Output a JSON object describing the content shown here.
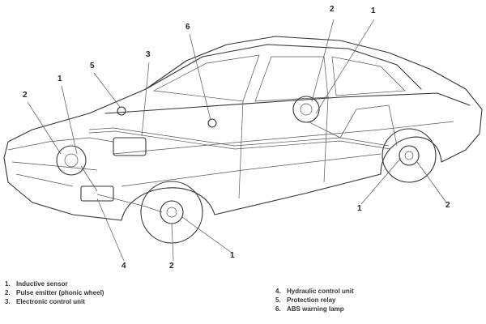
{
  "callouts": [
    "2",
    "1",
    "6",
    "3",
    "5",
    "1",
    "2",
    "1",
    "2",
    "4",
    "2",
    "1"
  ],
  "legend": {
    "left": [
      {
        "num": "1.",
        "label": "Inductive sensor"
      },
      {
        "num": "2.",
        "label": "Pulse emitter (phonic wheel)"
      },
      {
        "num": "3.",
        "label": "Electronic control unit"
      }
    ],
    "right": [
      {
        "num": "4.",
        "label": "Hydraulic control unit"
      },
      {
        "num": "5.",
        "label": "Protection relay"
      },
      {
        "num": "6.",
        "label": "ABS warning lamp"
      }
    ]
  }
}
